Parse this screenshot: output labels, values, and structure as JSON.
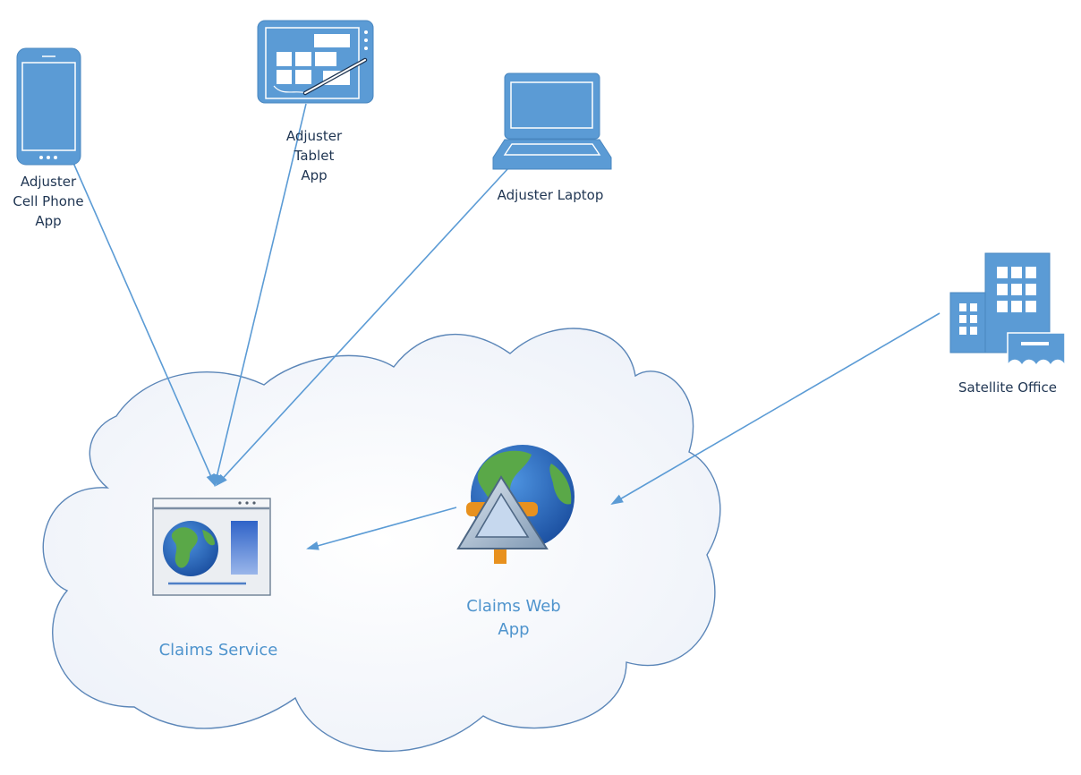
{
  "nodes": {
    "cell_phone": {
      "label_lines": [
        "Adjuster",
        "Cell Phone",
        "App"
      ]
    },
    "tablet": {
      "label_lines": [
        "Adjuster",
        "Tablet",
        "App"
      ]
    },
    "laptop": {
      "label_lines": [
        "Adjuster Laptop"
      ]
    },
    "satellite_office": {
      "label_lines": [
        "Satellite Office"
      ]
    },
    "claims_service": {
      "label_lines": [
        "Claims Service"
      ]
    },
    "claims_web_app": {
      "label_lines": [
        "Claims Web",
        "App"
      ]
    }
  },
  "edges": [
    {
      "from": "cell_phone",
      "to": "claims_service"
    },
    {
      "from": "tablet",
      "to": "claims_service"
    },
    {
      "from": "laptop",
      "to": "claims_service"
    },
    {
      "from": "claims_web_app",
      "to": "claims_service"
    },
    {
      "from": "satellite_office",
      "to": "claims_web_app"
    }
  ],
  "colors": {
    "device_fill": "#5b9bd5",
    "device_stroke": "#4a87c0",
    "edge": "#5b9bd5",
    "cloud_stroke": "#5b86b8",
    "cloud_fill": "#f6f8fc",
    "label_dark": "#1f3552",
    "label_accent": "#4f94cd",
    "globe_ocean": "#2f6fc0",
    "globe_land": "#5aa848",
    "web_app_stand": "#e8911e"
  },
  "icons": {
    "cell_phone": "smartphone-icon",
    "tablet": "tablet-pen-icon",
    "laptop": "laptop-icon",
    "satellite_office": "office-building-icon",
    "claims_service": "web-service-window-icon",
    "claims_web_app": "web-app-globe-icon"
  }
}
